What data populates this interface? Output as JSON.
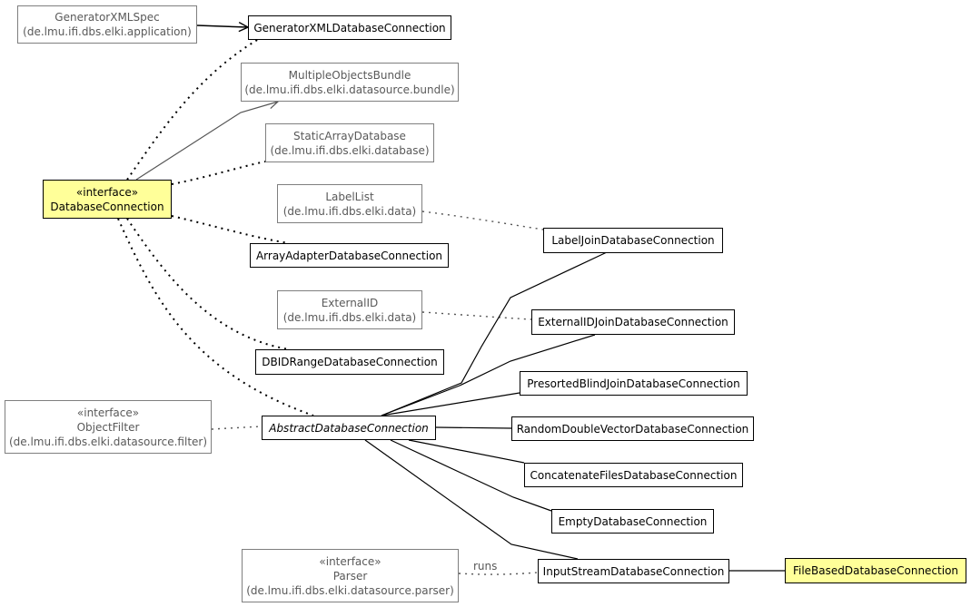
{
  "nodes": {
    "generator_xml_spec": {
      "stereotype": "",
      "name": "GeneratorXMLSpec",
      "package": "(de.lmu.ifi.dbs.elki.application)"
    },
    "generator_xml_db_conn": {
      "stereotype": "",
      "name": "GeneratorXMLDatabaseConnection",
      "package": ""
    },
    "multiple_objects_bundle": {
      "stereotype": "",
      "name": "MultipleObjectsBundle",
      "package": "(de.lmu.ifi.dbs.elki.datasource.bundle)"
    },
    "static_array_database": {
      "stereotype": "",
      "name": "StaticArrayDatabase",
      "package": "(de.lmu.ifi.dbs.elki.database)"
    },
    "database_connection": {
      "stereotype": "«interface»",
      "name": "DatabaseConnection",
      "package": ""
    },
    "label_list": {
      "stereotype": "",
      "name": "LabelList",
      "package": "(de.lmu.ifi.dbs.elki.data)"
    },
    "label_join_db_conn": {
      "stereotype": "",
      "name": "LabelJoinDatabaseConnection",
      "package": ""
    },
    "array_adapter_db_conn": {
      "stereotype": "",
      "name": "ArrayAdapterDatabaseConnection",
      "package": ""
    },
    "external_id": {
      "stereotype": "",
      "name": "ExternalID",
      "package": "(de.lmu.ifi.dbs.elki.data)"
    },
    "external_id_join_db_conn": {
      "stereotype": "",
      "name": "ExternalIDJoinDatabaseConnection",
      "package": ""
    },
    "dbid_range_db_conn": {
      "stereotype": "",
      "name": "DBIDRangeDatabaseConnection",
      "package": ""
    },
    "presorted_blind_join_db_conn": {
      "stereotype": "",
      "name": "PresortedBlindJoinDatabaseConnection",
      "package": ""
    },
    "object_filter": {
      "stereotype": "«interface»",
      "name": "ObjectFilter",
      "package": "(de.lmu.ifi.dbs.elki.datasource.filter)"
    },
    "abstract_db_conn": {
      "stereotype": "",
      "name": "AbstractDatabaseConnection",
      "package": ""
    },
    "random_double_vector_db_conn": {
      "stereotype": "",
      "name": "RandomDoubleVectorDatabaseConnection",
      "package": ""
    },
    "concatenate_files_db_conn": {
      "stereotype": "",
      "name": "ConcatenateFilesDatabaseConnection",
      "package": ""
    },
    "empty_db_conn": {
      "stereotype": "",
      "name": "EmptyDatabaseConnection",
      "package": ""
    },
    "parser": {
      "stereotype": "«interface»",
      "name": "Parser",
      "package": "(de.lmu.ifi.dbs.elki.datasource.parser)"
    },
    "input_stream_db_conn": {
      "stereotype": "",
      "name": "InputStreamDatabaseConnection",
      "package": ""
    },
    "file_based_db_conn": {
      "stereotype": "",
      "name": "FileBasedDatabaseConnection",
      "package": ""
    }
  },
  "edge_labels": {
    "runs": "runs"
  },
  "colors": {
    "external_border": "#7f7f7f",
    "external_text": "#595959",
    "highlight_fill": "#ffff99"
  }
}
